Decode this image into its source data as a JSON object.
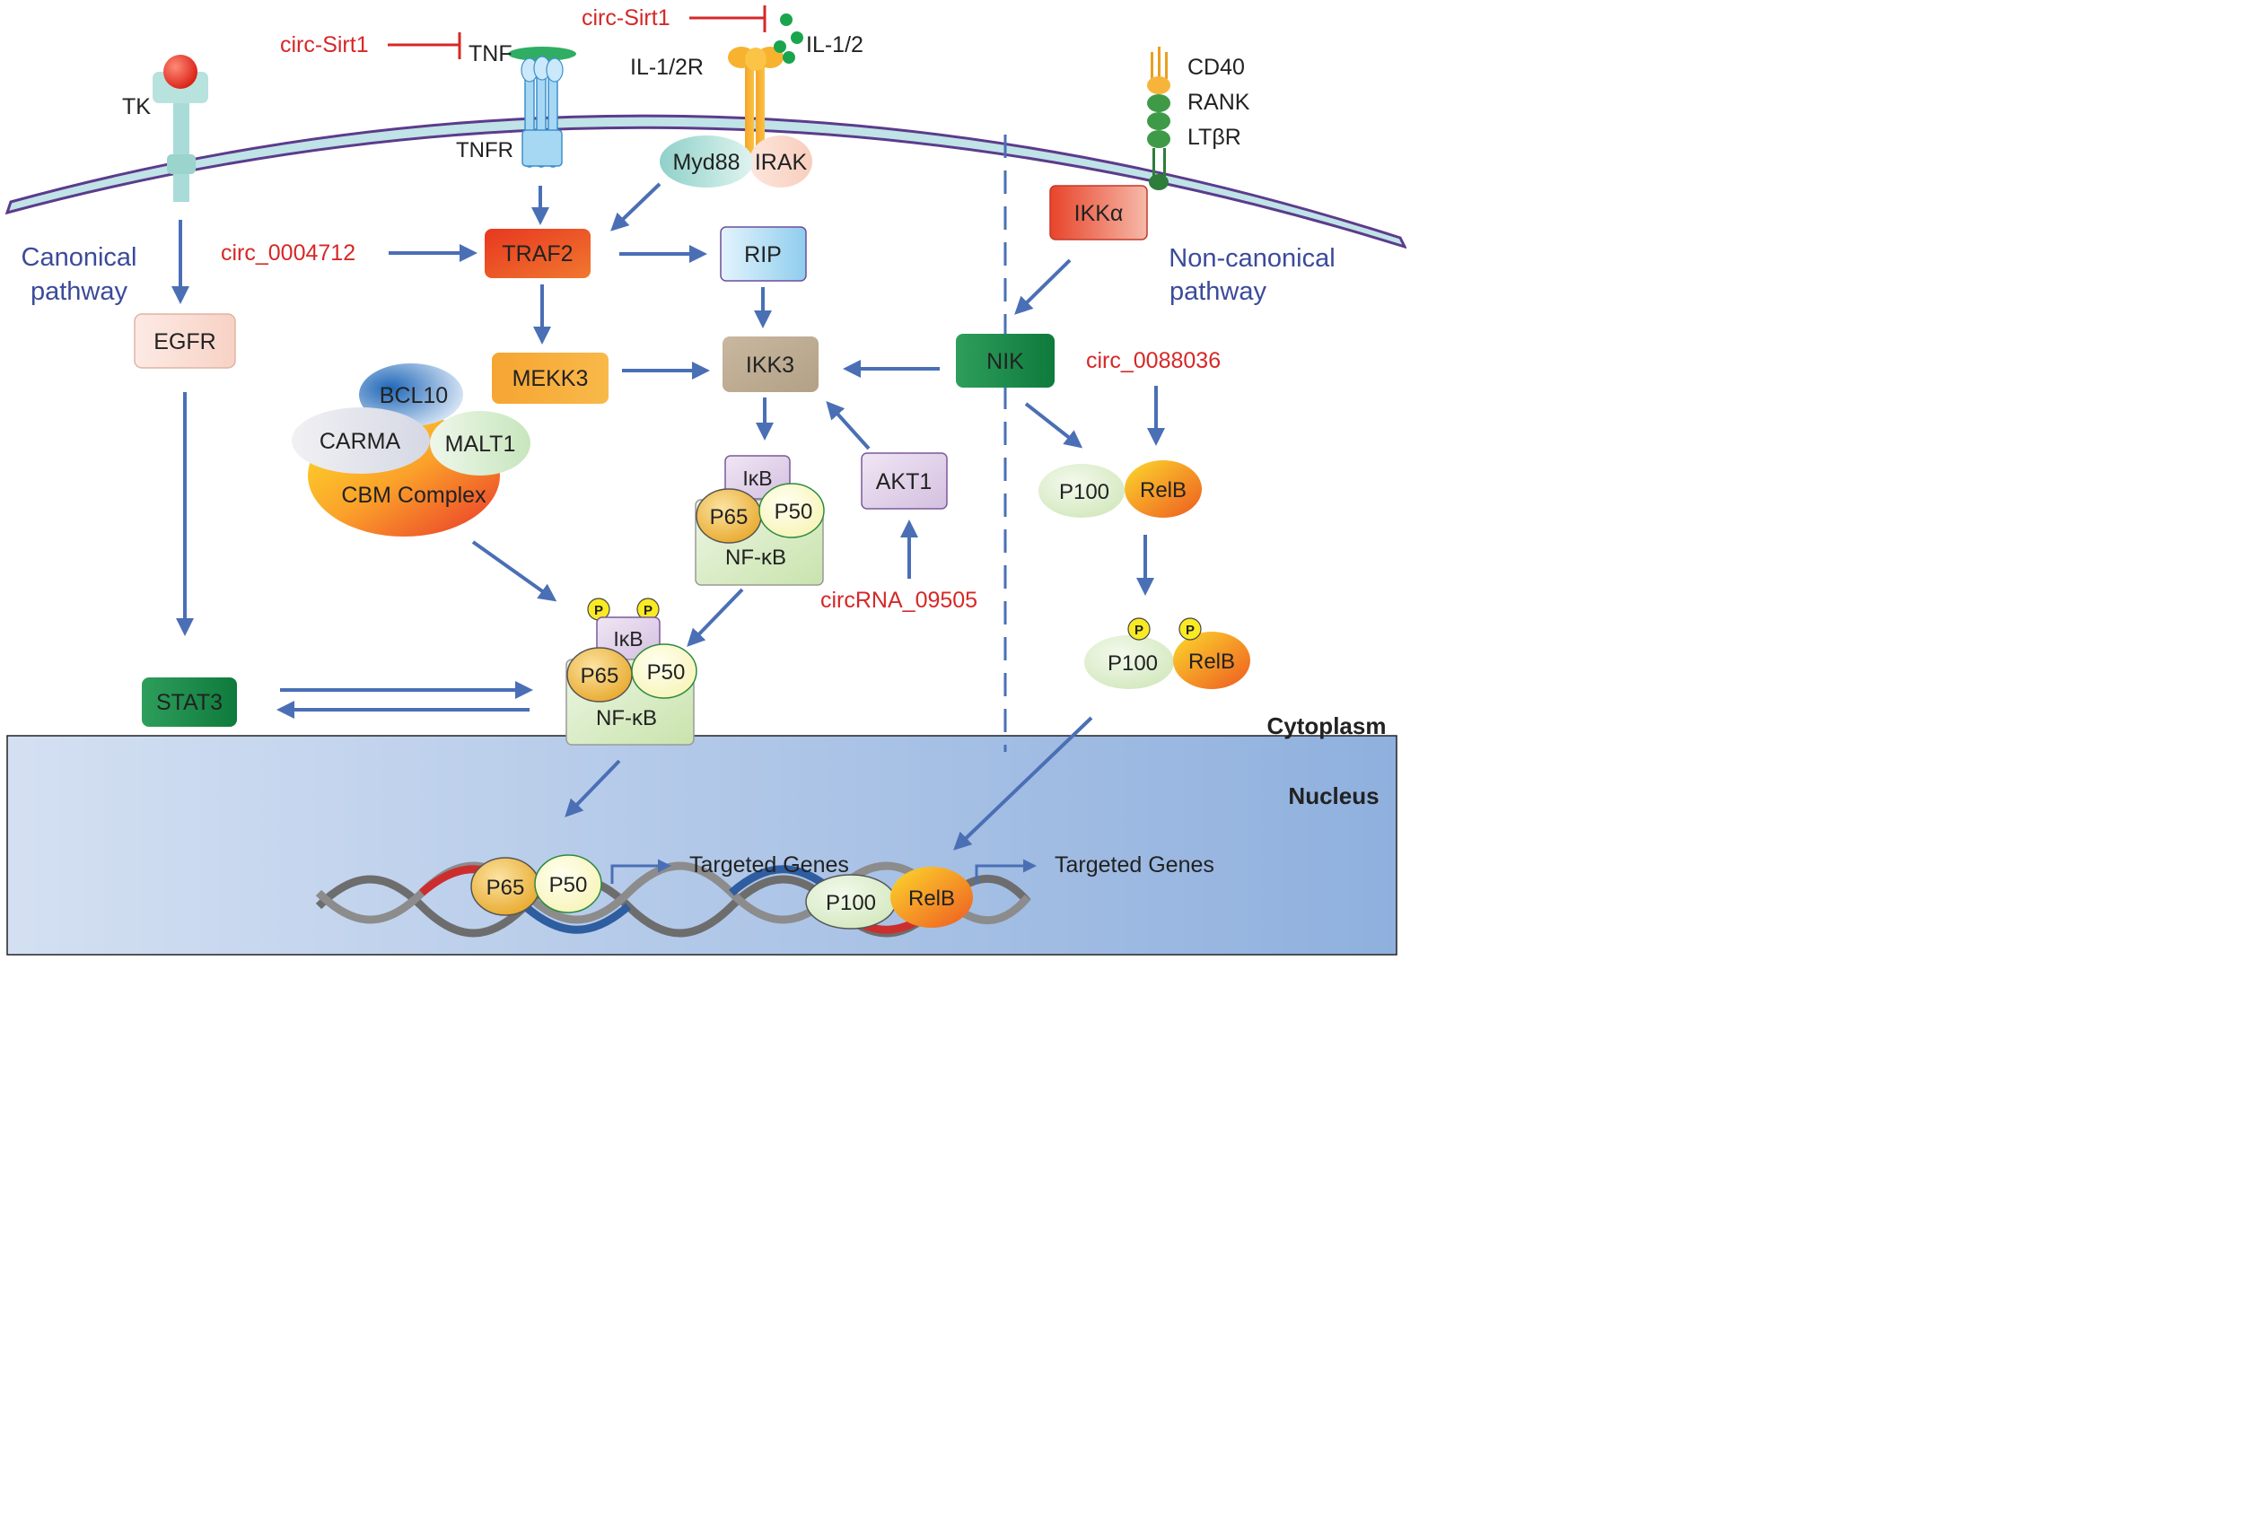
{
  "receptors": {
    "tk": "TK",
    "tnf": "TNF",
    "tnfr": "TNFR",
    "il_receptor": "IL-1/2R",
    "il_ligand": "IL-1/2",
    "myd88": "Myd88",
    "irak": "IRAK",
    "cd40": "CD40",
    "rank": "RANK",
    "ltbr": "LTβR"
  },
  "pathways": {
    "canonical_line1": "Canonical",
    "canonical_line2": "pathway",
    "noncanonical_line1": "Non-canonical",
    "noncanonical_line2": "pathway"
  },
  "circrnas": {
    "circ_sirt1_tnf": "circ-Sirt1",
    "circ_sirt1_il": "circ-Sirt1",
    "circ_0004712": "circ_0004712",
    "circ_0088036": "circ_0088036",
    "circrna_09505": "circRNA_09505"
  },
  "nodes": {
    "egfr": "EGFR",
    "stat3": "STAT3",
    "traf2": "TRAF2",
    "rip": "RIP",
    "mekk3": "MEKK3",
    "ikk3": "IKK3",
    "akt1": "AKT1",
    "ikka": "IKKα",
    "nik": "NIK"
  },
  "cbm": {
    "bcl10": "BCL10",
    "carma": "CARMA",
    "malt1": "MALT1",
    "complex": "CBM Complex"
  },
  "nfkb_upper": {
    "ikb": "IκB",
    "p65": "P65",
    "p50": "P50",
    "nfkb": "NF-κB"
  },
  "nfkb_lower": {
    "ikb": "IκB",
    "p65": "P65",
    "p50": "P50",
    "nfkb": "NF-κB",
    "phospho": "P"
  },
  "noncanonical_complex": {
    "p100": "P100",
    "relb": "RelB"
  },
  "noncanonical_phospho": {
    "p100": "P100",
    "relb": "RelB",
    "phospho": "P"
  },
  "compartments": {
    "cytoplasm": "Cytoplasm",
    "nucleus": "Nucleus"
  },
  "nucleus_dna": {
    "p65": "P65",
    "p50": "P50",
    "p100": "P100",
    "relb": "RelB",
    "targeted_genes_left": "Targeted Genes",
    "targeted_genes_right": "Targeted Genes"
  },
  "colors": {
    "arrow": "#4a6fb5",
    "inhibitor": "#d62828",
    "membrane": "#bfe3e6",
    "membrane_edge": "#5c3b8c"
  }
}
